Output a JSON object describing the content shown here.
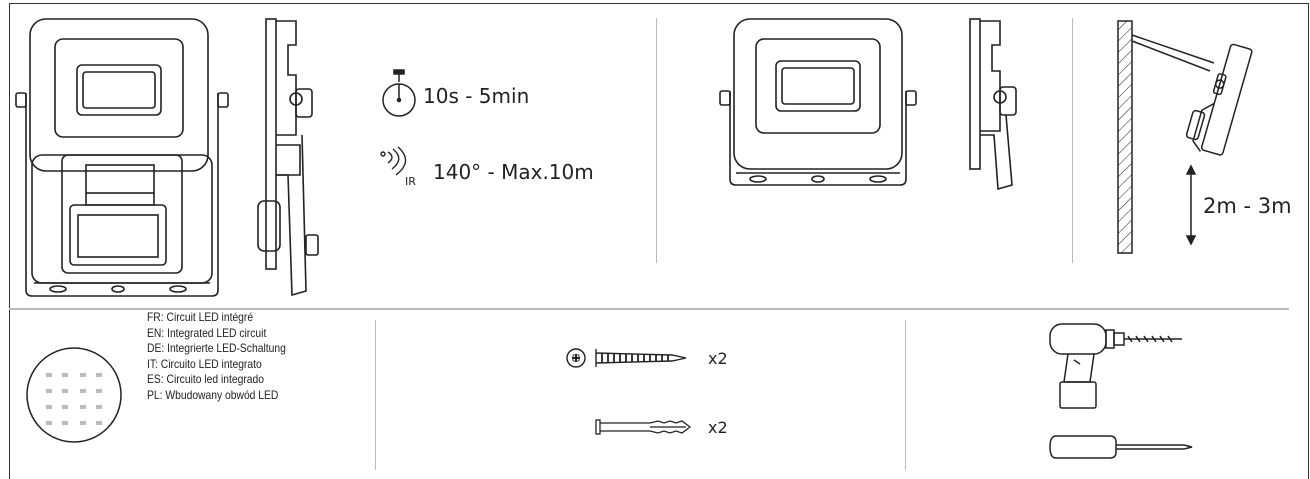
{
  "specs": {
    "timer": "10s - 5min",
    "sensor_ir_label": "IR",
    "sensor": "140° - Max.10m",
    "mount_height": "2m - 3m"
  },
  "languages": [
    "FR: Circuit LED intégré",
    "EN: Integrated LED circuit",
    "DE: Integrierte LED-Schaltung",
    "IT: Circuito LED integrato",
    "ES: Circuito led integrado",
    "PL: Wbudowany obwód LED"
  ],
  "parts": {
    "screw_qty": "x2",
    "anchor_qty": "x2"
  },
  "icons": {
    "timer": "stopwatch-icon",
    "sensor": "motion-sensor-icon",
    "led": "led-dots-icon",
    "screw": "screw-icon",
    "anchor": "wall-plug-icon",
    "drill": "drill-icon",
    "screwdriver": "screwdriver-icon"
  }
}
